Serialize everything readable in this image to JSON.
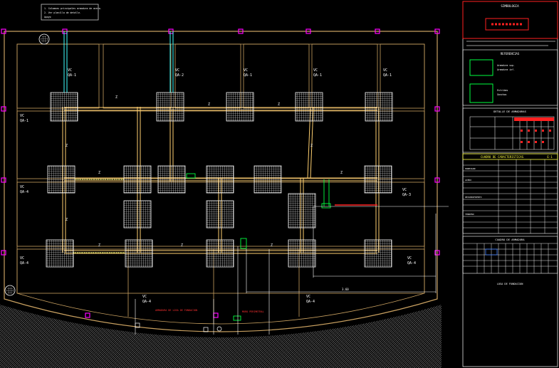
{
  "drawing": {
    "notes_top": [
      "1. Columnas principales armadura de acero.",
      "2. Ver planilla de detalle.",
      "Apoyo"
    ],
    "slab_labels": [
      "VC",
      "QA-1",
      "VC",
      "QA-2",
      "VC",
      "QA-1",
      "VC",
      "QA-1",
      "VC",
      "QA-1",
      "VC",
      "QA-1",
      "VC",
      "QA-3",
      "VC",
      "QA-4",
      "VC",
      "QA-4",
      "VC",
      "QA-4",
      "VC",
      "QA-4",
      "VC",
      "QA-4"
    ],
    "beam_marks": [
      "Z",
      "Z",
      "Z",
      "Z",
      "Z",
      "Z",
      "Z",
      "Z",
      "Z",
      "Z",
      "Z"
    ],
    "red_notes": [
      "ARMADURA DE LOSA DE FUNDACION",
      "MURO PERIMETRAL"
    ],
    "dimension": "3.60"
  },
  "title_block": {
    "header": "SIMBOLOGIA",
    "section2": "REFERENCIAS",
    "section3": "DETALLE DE ARMADURAS",
    "section4": "CUADRO DE CARACTERISTICAS",
    "section4_tag": "E-1",
    "section5": "CUADRO DE ARMADURA",
    "legend": [
      "Armadura sup.",
      "Armadura inf.",
      "Estribos",
      "Ganchos"
    ],
    "rows": [
      "HORMIGON",
      "ACERO",
      "RECUBRIMIENTO",
      "TERRENO"
    ],
    "footer": "LOSA DE FUNDACION"
  },
  "colors": {
    "background": "#000000",
    "slab_outline": "#c8a060",
    "beam": "#ffd070",
    "column_mark": "#ff00ff",
    "dimension": "#ffffff",
    "note_red": "#ff2020",
    "green": "#00ff40",
    "cyan": "#40ffff"
  }
}
